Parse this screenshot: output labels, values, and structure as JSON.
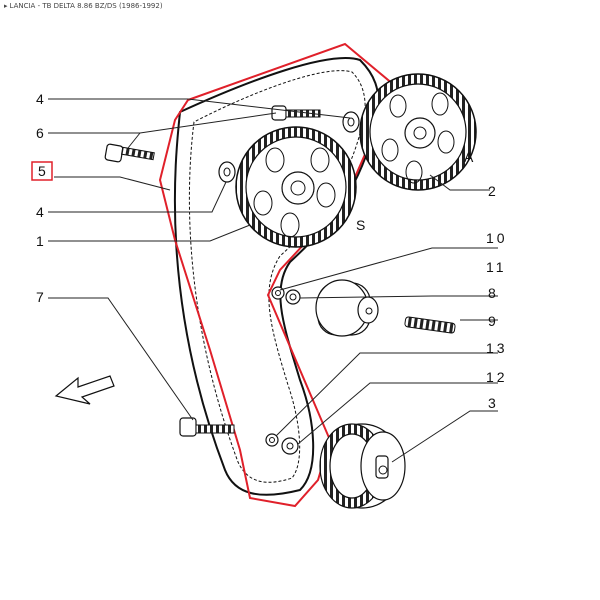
{
  "header": {
    "arrow": "▸",
    "text": "LANCIA - TB DELTA 8.86 BZ/DS (1986-1992)"
  },
  "labels": {
    "l4a": "4",
    "l6": "6",
    "l5": "5",
    "l4b": "4",
    "l1": "1",
    "l7": "7",
    "l2": "2",
    "lA": "A",
    "lS": "S",
    "l10": "10",
    "l11": "11",
    "l8": "8",
    "l9": "9",
    "l13": "13",
    "l12": "12",
    "l3": "3"
  },
  "highlight": {
    "part": "5",
    "color": "#e0202a"
  }
}
